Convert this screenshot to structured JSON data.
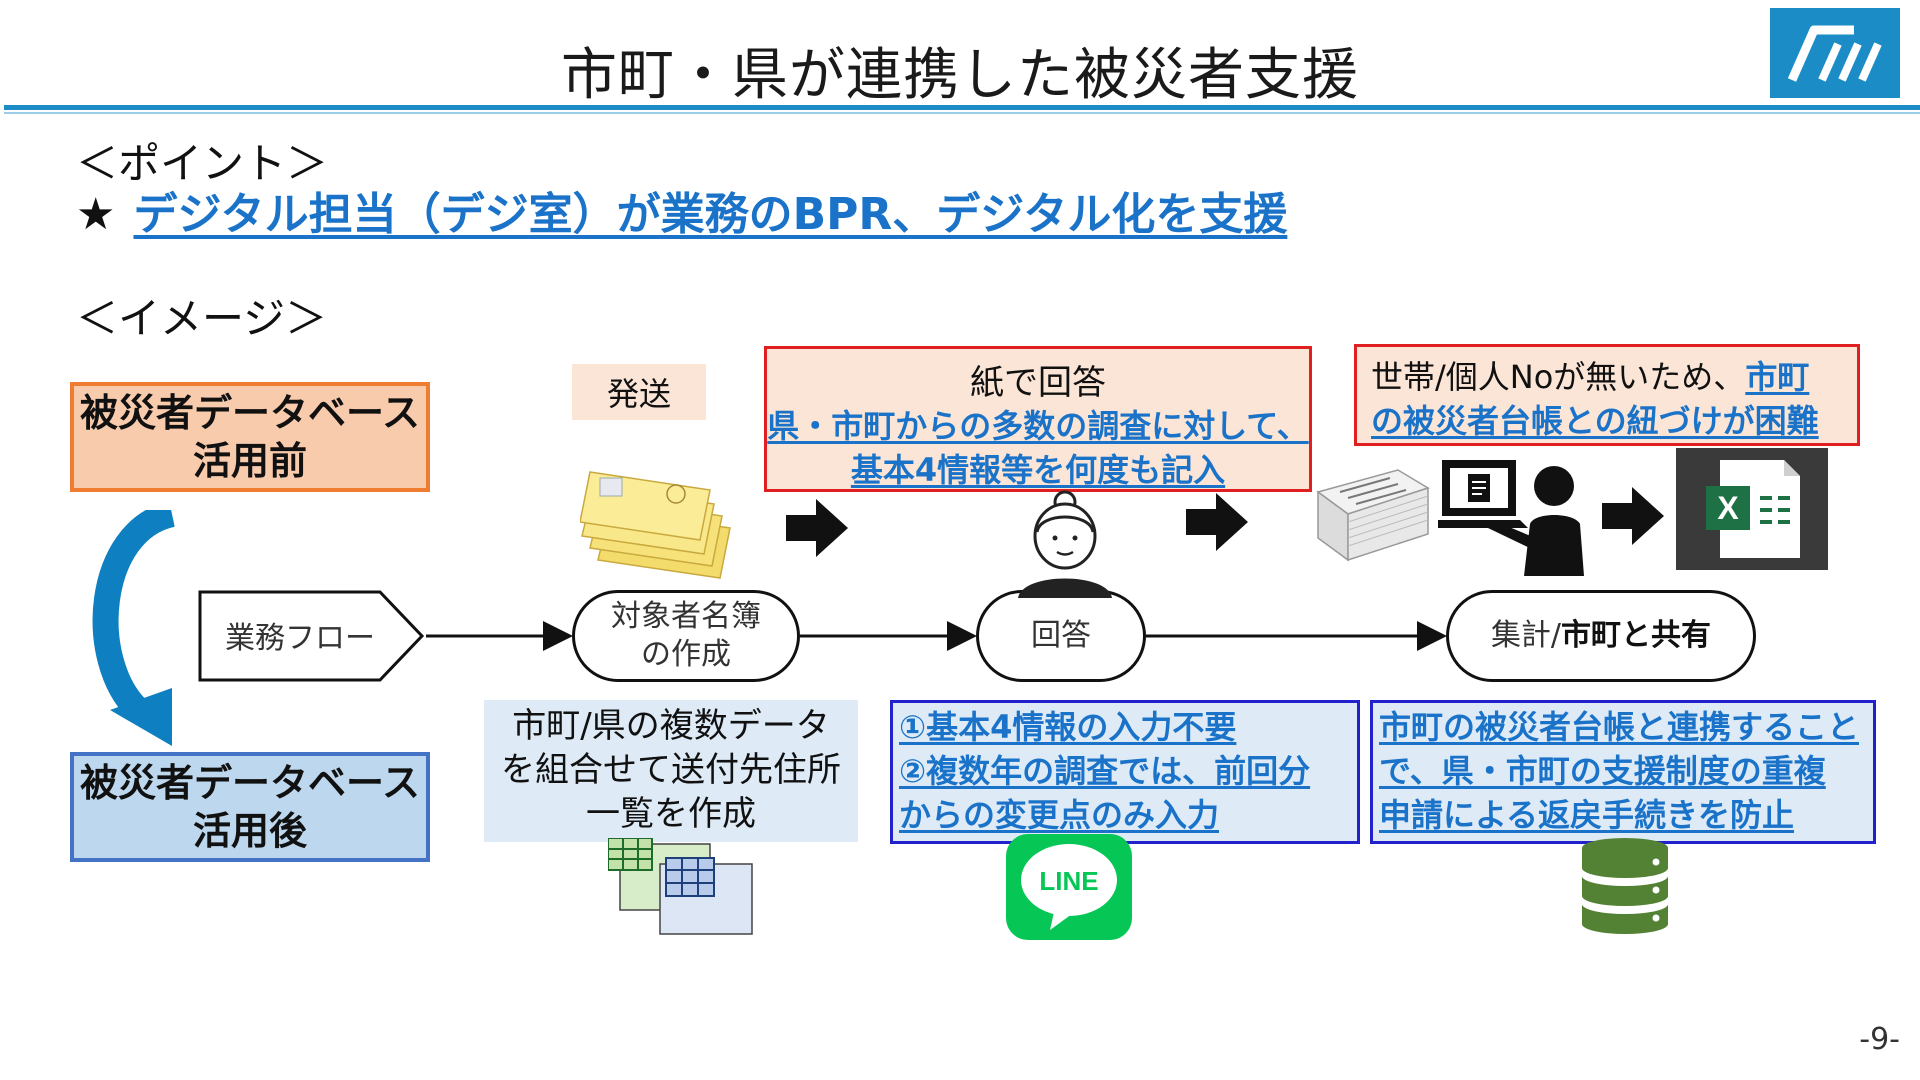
{
  "header": {
    "title": "市町・県が連携した被災者支援"
  },
  "point": {
    "heading": "＜ポイント＞",
    "star": "★",
    "text": "デジタル担当（デジ室）が業務のBPR、デジタル化を支援"
  },
  "image_section": {
    "heading": "＜イメージ＞"
  },
  "before": {
    "line1": "被災者データベース",
    "line2": "活用前"
  },
  "after": {
    "line1": "被災者データベース",
    "line2": "活用後"
  },
  "flow": {
    "start": "業務フロー",
    "list_line1": "対象者名簿",
    "list_line2": "の作成",
    "answer": "回答",
    "total_prefix": "集計/",
    "total_bold": "市町と共有"
  },
  "send": {
    "label": "発送"
  },
  "paper_box": {
    "title": "紙で回答",
    "line1": "県・市町からの多数の調査に対して、",
    "line2": "基本4情報等を何度も記入"
  },
  "household_box": {
    "prefix": "世帯/個人Noが無いため、",
    "link1": "市町",
    "link2": "の被災者台帳との紐づけが困難"
  },
  "combine_box": {
    "line1": "市町/県の複数データ",
    "line2": "を組合せて送付先住所",
    "line3": "一覧を作成"
  },
  "input_box": {
    "line1": "①基本4情報の入力不要",
    "line2": "②複数年の調査では、前回分",
    "line3": "からの変更点のみ入力"
  },
  "link_box": {
    "line1": "市町の被災者台帳と連携すること",
    "line2": "で、県・市町の支援制度の重複",
    "line3": "申請による返戻手続きを防止"
  },
  "icons": {
    "excel_letter": "X",
    "line_text": "LINE"
  },
  "colors": {
    "accent_blue": "#1b8cc6",
    "link_blue": "#1a73c8",
    "before_fill": "#f8cbad",
    "before_border": "#ef7d31",
    "after_fill": "#bdd7ee",
    "after_border": "#4472c4",
    "red_border": "#e02020",
    "blue_border": "#2222cc",
    "excel_green": "#1e7145",
    "line_green": "#06c755"
  },
  "footer": {
    "page_number": "-9-"
  }
}
